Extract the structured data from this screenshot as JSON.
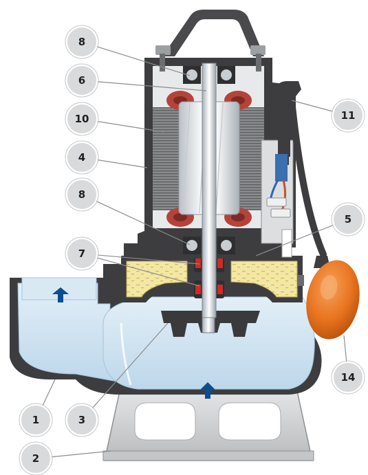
{
  "diagram": {
    "colors": {
      "casing": "#3d3d3f",
      "casing_highlight": "#5c5c5f",
      "handle": "#4a4a4c",
      "water": "#cfe3f1",
      "water_edge": "#9fc3dc",
      "oil": "#f3e7a3",
      "stator": "#7b7c7e",
      "rotor": "#dfe3e6",
      "winding": "#b5433a",
      "base": "#d4d6d8",
      "float": "#e8731f",
      "arrow": "#0b4f8f",
      "seal": "#d02a24",
      "callout_fill": "#d9dadb"
    },
    "callouts": [
      {
        "id": "c8a",
        "label": "8"
      },
      {
        "id": "c6",
        "label": "6"
      },
      {
        "id": "c10",
        "label": "10"
      },
      {
        "id": "c4",
        "label": "4"
      },
      {
        "id": "c8b",
        "label": "8"
      },
      {
        "id": "c7",
        "label": "7"
      },
      {
        "id": "c11",
        "label": "11"
      },
      {
        "id": "c5",
        "label": "5"
      },
      {
        "id": "c14",
        "label": "14"
      },
      {
        "id": "c1",
        "label": "1"
      },
      {
        "id": "c3",
        "label": "3"
      },
      {
        "id": "c2",
        "label": "2"
      }
    ]
  }
}
